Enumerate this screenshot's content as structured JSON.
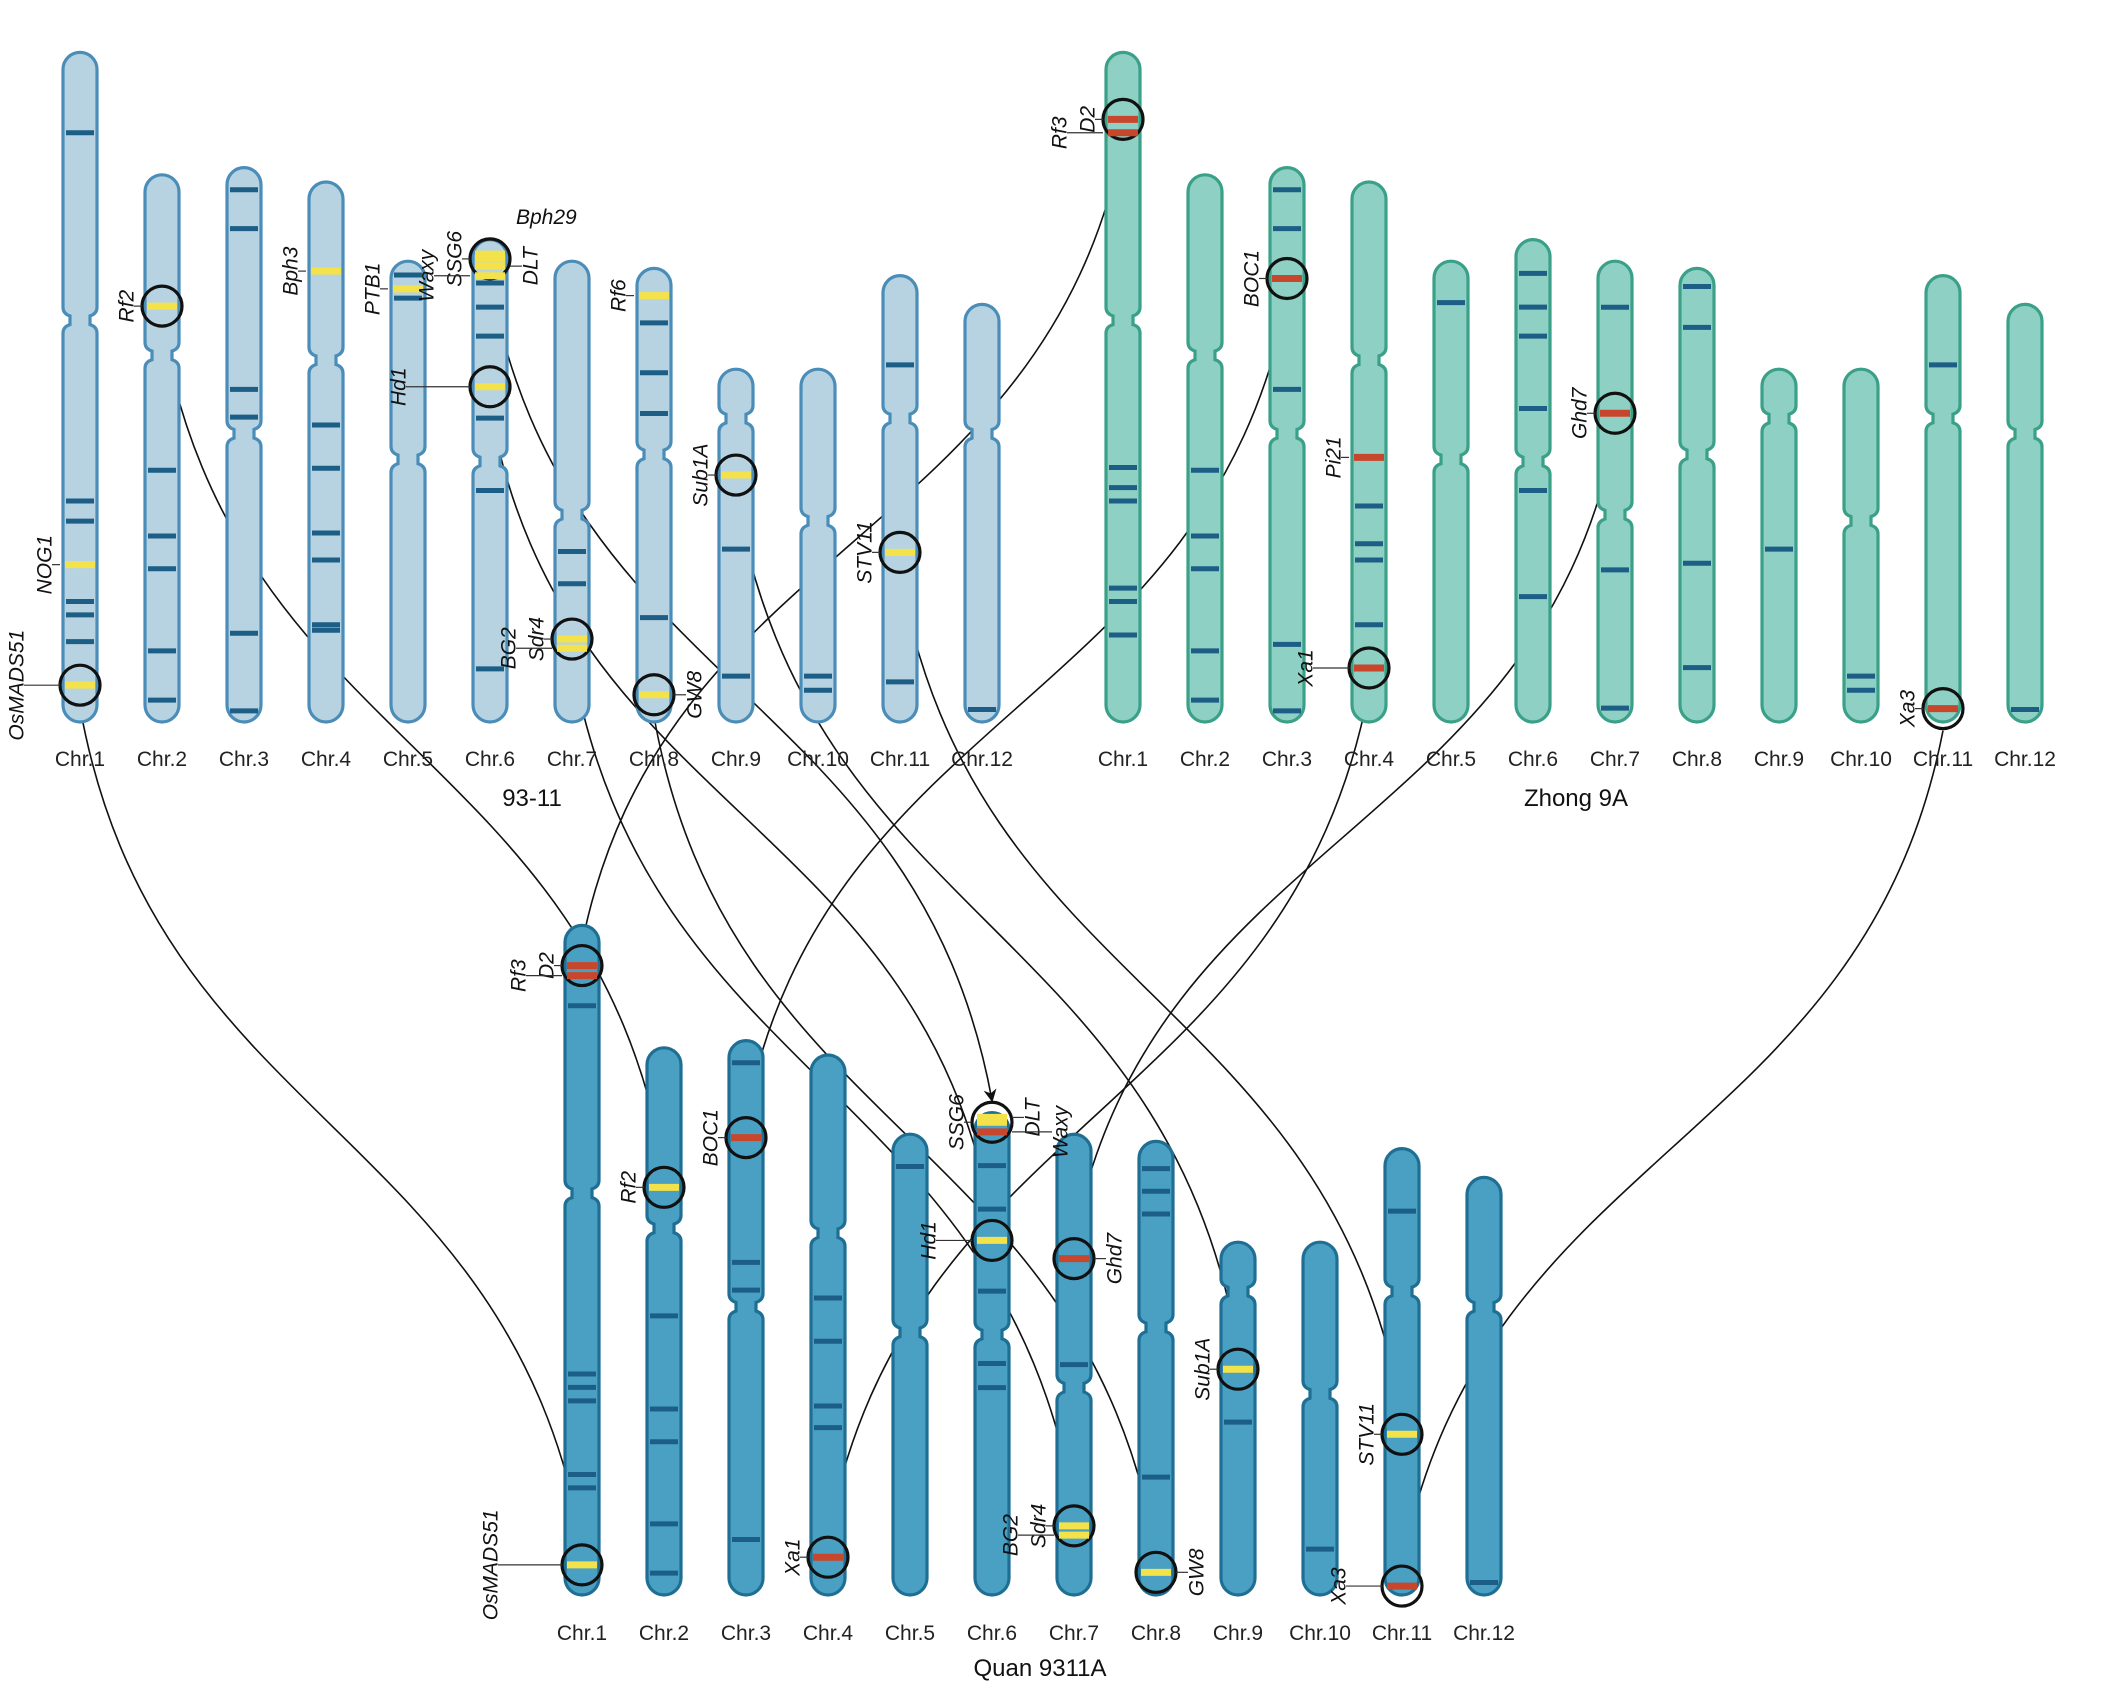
{
  "colors": {
    "genome_93_11": {
      "fill": "#b7d3e1",
      "stroke": "#4a8db8"
    },
    "genome_zhong_9a": {
      "fill": "#8ed0c3",
      "stroke": "#3aa088"
    },
    "genome_quan_9311a": {
      "fill": "#4aa0c3",
      "stroke": "#1f6f94"
    },
    "band": "#1d5e86",
    "yellow_gene": "#f3e24a",
    "red_gene": "#c8462b"
  },
  "genomes": [
    {
      "id": "g1",
      "title": "93-11",
      "chromosomes": [
        {
          "label": "Chr.1",
          "len": 0.93,
          "cen": 0.4,
          "bands": [
            0.12,
            0.67,
            0.7,
            0.82,
            0.84,
            0.88
          ]
        },
        {
          "label": "Chr.2",
          "len": 0.76,
          "cen": 0.33,
          "bands": [
            0.54,
            0.66,
            0.72,
            0.87,
            0.96
          ]
        },
        {
          "label": "Chr.3",
          "len": 0.77,
          "cen": 0.48,
          "bands": [
            0.04,
            0.11,
            0.4,
            0.45,
            0.84,
            0.98
          ]
        },
        {
          "label": "Chr.4",
          "len": 0.75,
          "cen": 0.33,
          "bands": [
            0.45,
            0.53,
            0.65,
            0.7,
            0.82,
            0.83
          ]
        },
        {
          "label": "Chr.5",
          "len": 0.64,
          "cen": 0.43,
          "bands": [
            0.03,
            0.08
          ]
        },
        {
          "label": "Chr.6",
          "len": 0.67,
          "cen": 0.46,
          "bands": [
            0.09,
            0.14,
            0.2,
            0.37,
            0.52,
            0.89
          ]
        },
        {
          "label": "Chr.7",
          "len": 0.64,
          "cen": 0.55,
          "bands": [
            0.63,
            0.7
          ]
        },
        {
          "label": "Chr.8",
          "len": 0.63,
          "cen": 0.41,
          "bands": [
            0.12,
            0.23,
            0.32,
            0.77
          ]
        },
        {
          "label": "Chr.9",
          "len": 0.49,
          "cen": 0.14,
          "bands": [
            0.51,
            0.87
          ]
        },
        {
          "label": "Chr.10",
          "len": 0.49,
          "cen": 0.43,
          "bands": [
            0.87,
            0.91
          ]
        },
        {
          "label": "Chr.11",
          "len": 0.62,
          "cen": 0.32,
          "bands": [
            0.2,
            0.91
          ]
        },
        {
          "label": "Chr.12",
          "len": 0.58,
          "cen": 0.31,
          "bands": [
            0.97
          ]
        }
      ]
    },
    {
      "id": "g2",
      "title": "Zhong 9A",
      "chromosomes": [
        {
          "label": "Chr.1",
          "len": 0.93,
          "cen": 0.4,
          "bands": [
            0.12,
            0.62,
            0.65,
            0.67,
            0.8,
            0.82,
            0.87
          ]
        },
        {
          "label": "Chr.2",
          "len": 0.76,
          "cen": 0.33,
          "bands": [
            0.54,
            0.66,
            0.72,
            0.87,
            0.96
          ]
        },
        {
          "label": "Chr.3",
          "len": 0.77,
          "cen": 0.48,
          "bands": [
            0.04,
            0.11,
            0.4,
            0.86,
            0.98
          ]
        },
        {
          "label": "Chr.4",
          "len": 0.75,
          "cen": 0.33,
          "bands": [
            0.6,
            0.67,
            0.7,
            0.82
          ]
        },
        {
          "label": "Chr.5",
          "len": 0.64,
          "cen": 0.43,
          "bands": [
            0.09
          ]
        },
        {
          "label": "Chr.6",
          "len": 0.67,
          "cen": 0.46,
          "bands": [
            0.07,
            0.14,
            0.2,
            0.35,
            0.52,
            0.74
          ]
        },
        {
          "label": "Chr.7",
          "len": 0.64,
          "cen": 0.55,
          "bands": [
            0.1,
            0.67,
            0.97
          ]
        },
        {
          "label": "Chr.8",
          "len": 0.63,
          "cen": 0.41,
          "bands": [
            0.04,
            0.13,
            0.65,
            0.88
          ]
        },
        {
          "label": "Chr.9",
          "len": 0.49,
          "cen": 0.14,
          "bands": [
            0.51
          ]
        },
        {
          "label": "Chr.10",
          "len": 0.49,
          "cen": 0.43,
          "bands": [
            0.87,
            0.91
          ]
        },
        {
          "label": "Chr.11",
          "len": 0.62,
          "cen": 0.32,
          "bands": [
            0.2
          ]
        },
        {
          "label": "Chr.12",
          "len": 0.58,
          "cen": 0.31,
          "bands": [
            0.97
          ]
        }
      ]
    },
    {
      "id": "g3",
      "title": "Quan 9311A",
      "chromosomes": [
        {
          "label": "Chr.1",
          "len": 0.93,
          "cen": 0.4,
          "bands": [
            0.12,
            0.67,
            0.69,
            0.71,
            0.82,
            0.84
          ]
        },
        {
          "label": "Chr.2",
          "len": 0.76,
          "cen": 0.33,
          "bands": [
            0.49,
            0.66,
            0.72,
            0.87,
            0.96
          ]
        },
        {
          "label": "Chr.3",
          "len": 0.77,
          "cen": 0.48,
          "bands": [
            0.04,
            0.4,
            0.45,
            0.9
          ]
        },
        {
          "label": "Chr.4",
          "len": 0.75,
          "cen": 0.33,
          "bands": [
            0.45,
            0.53,
            0.65,
            0.69
          ]
        },
        {
          "label": "Chr.5",
          "len": 0.64,
          "cen": 0.43,
          "bands": [
            0.07
          ]
        },
        {
          "label": "Chr.6",
          "len": 0.67,
          "cen": 0.46,
          "bands": [
            0.11,
            0.2,
            0.37,
            0.52,
            0.57
          ]
        },
        {
          "label": "Chr.7",
          "len": 0.64,
          "cen": 0.55,
          "bands": [
            0.5
          ]
        },
        {
          "label": "Chr.8",
          "len": 0.63,
          "cen": 0.41,
          "bands": [
            0.06,
            0.11,
            0.16,
            0.74
          ]
        },
        {
          "label": "Chr.9",
          "len": 0.49,
          "cen": 0.14,
          "bands": [
            0.51
          ]
        },
        {
          "label": "Chr.10",
          "len": 0.49,
          "cen": 0.43,
          "bands": [
            0.87
          ]
        },
        {
          "label": "Chr.11",
          "len": 0.62,
          "cen": 0.32,
          "bands": [
            0.14
          ]
        },
        {
          "label": "Chr.12",
          "len": 0.58,
          "cen": 0.31,
          "bands": [
            0.97
          ]
        }
      ]
    }
  ],
  "genes": [
    {
      "genome": "g1",
      "chr": 0,
      "name": "NOG1",
      "pos": 0.765,
      "color": "yellow",
      "circle": false,
      "side": "left"
    },
    {
      "genome": "g1",
      "chr": 0,
      "name": "OsMADS51",
      "pos": 0.945,
      "color": "yellow",
      "circle": true,
      "side": "left"
    },
    {
      "genome": "g1",
      "chr": 1,
      "name": "Rf2",
      "pos": 0.24,
      "color": "yellow",
      "circle": true,
      "side": "left"
    },
    {
      "genome": "g1",
      "chr": 3,
      "name": "Bph3",
      "pos": 0.165,
      "color": "yellow",
      "circle": false,
      "side": "left"
    },
    {
      "genome": "g1",
      "chr": 4,
      "name": "PTB1",
      "pos": 0.06,
      "color": "yellow",
      "circle": false,
      "side": "left"
    },
    {
      "genome": "g1",
      "chr": 5,
      "name": "SSG6",
      "pos": 0.04,
      "color": "yellow",
      "circle": true,
      "side": "left"
    },
    {
      "genome": "g1",
      "chr": 5,
      "name": "Bph29",
      "pos": 0.03,
      "color": "yellow",
      "circle": false,
      "side": "top"
    },
    {
      "genome": "g1",
      "chr": 5,
      "name": "DLT",
      "pos": 0.055,
      "color": "yellow",
      "circle": false,
      "side": "right"
    },
    {
      "genome": "g1",
      "chr": 5,
      "name": "Waxy",
      "pos": 0.075,
      "color": "yellow",
      "circle": false,
      "side": "left"
    },
    {
      "genome": "g1",
      "chr": 5,
      "name": "Hd1",
      "pos": 0.305,
      "color": "yellow",
      "circle": true,
      "side": "left"
    },
    {
      "genome": "g1",
      "chr": 6,
      "name": "Sdr4",
      "pos": 0.82,
      "color": "yellow",
      "circle": true,
      "side": "left"
    },
    {
      "genome": "g1",
      "chr": 6,
      "name": "BG2",
      "pos": 0.84,
      "color": "yellow",
      "circle": false,
      "side": "left"
    },
    {
      "genome": "g1",
      "chr": 7,
      "name": "Rf6",
      "pos": 0.06,
      "color": "yellow",
      "circle": false,
      "side": "left"
    },
    {
      "genome": "g1",
      "chr": 7,
      "name": "GW8",
      "pos": 0.94,
      "color": "yellow",
      "circle": true,
      "side": "right"
    },
    {
      "genome": "g1",
      "chr": 8,
      "name": "Sub1A",
      "pos": 0.3,
      "color": "yellow",
      "circle": true,
      "side": "left"
    },
    {
      "genome": "g1",
      "chr": 10,
      "name": "STV11",
      "pos": 0.62,
      "color": "yellow",
      "circle": true,
      "side": "left"
    },
    {
      "genome": "g2",
      "chr": 0,
      "name": "D2",
      "pos": 0.1,
      "color": "red",
      "circle": true,
      "side": "left"
    },
    {
      "genome": "g2",
      "chr": 0,
      "name": "Rf3",
      "pos": 0.12,
      "color": "red",
      "circle": false,
      "side": "left"
    },
    {
      "genome": "g2",
      "chr": 2,
      "name": "BOC1",
      "pos": 0.2,
      "color": "red",
      "circle": true,
      "side": "left"
    },
    {
      "genome": "g2",
      "chr": 3,
      "name": "Pi21",
      "pos": 0.51,
      "color": "red",
      "circle": false,
      "side": "left"
    },
    {
      "genome": "g2",
      "chr": 3,
      "name": "Xa1",
      "pos": 0.9,
      "color": "red",
      "circle": true,
      "side": "left"
    },
    {
      "genome": "g2",
      "chr": 6,
      "name": "Ghd7",
      "pos": 0.33,
      "color": "red",
      "circle": true,
      "side": "left"
    },
    {
      "genome": "g2",
      "chr": 10,
      "name": "Xa3",
      "pos": 0.97,
      "color": "red",
      "circle": true,
      "side": "left"
    },
    {
      "genome": "g3",
      "chr": 0,
      "name": "D2",
      "pos": 0.06,
      "color": "red",
      "circle": true,
      "side": "left"
    },
    {
      "genome": "g3",
      "chr": 0,
      "name": "Rf3",
      "pos": 0.075,
      "color": "red",
      "circle": false,
      "side": "left"
    },
    {
      "genome": "g3",
      "chr": 0,
      "name": "OsMADS51",
      "pos": 0.955,
      "color": "yellow",
      "circle": true,
      "side": "left"
    },
    {
      "genome": "g3",
      "chr": 1,
      "name": "Rf2",
      "pos": 0.255,
      "color": "yellow",
      "circle": true,
      "side": "left"
    },
    {
      "genome": "g3",
      "chr": 2,
      "name": "BOC1",
      "pos": 0.175,
      "color": "red",
      "circle": true,
      "side": "left"
    },
    {
      "genome": "g3",
      "chr": 3,
      "name": "Xa1",
      "pos": 0.93,
      "color": "red",
      "circle": true,
      "side": "left"
    },
    {
      "genome": "g3",
      "chr": 5,
      "name": "SSG6",
      "pos": 0.02,
      "color": "yellow",
      "circle": true,
      "side": "left"
    },
    {
      "genome": "g3",
      "chr": 5,
      "name": "DLT",
      "pos": 0.01,
      "color": "yellow",
      "circle": false,
      "side": "right"
    },
    {
      "genome": "g3",
      "chr": 5,
      "name": "Waxy",
      "pos": 0.04,
      "color": "red",
      "circle": false,
      "side": "right"
    },
    {
      "genome": "g3",
      "chr": 5,
      "name": "Hd1",
      "pos": 0.265,
      "color": "yellow",
      "circle": true,
      "side": "left"
    },
    {
      "genome": "g3",
      "chr": 6,
      "name": "Ghd7",
      "pos": 0.27,
      "color": "red",
      "circle": true,
      "side": "right"
    },
    {
      "genome": "g3",
      "chr": 6,
      "name": "Sdr4",
      "pos": 0.85,
      "color": "yellow",
      "circle": true,
      "side": "left"
    },
    {
      "genome": "g3",
      "chr": 6,
      "name": "BG2",
      "pos": 0.87,
      "color": "yellow",
      "circle": false,
      "side": "left"
    },
    {
      "genome": "g3",
      "chr": 7,
      "name": "GW8",
      "pos": 0.95,
      "color": "yellow",
      "circle": true,
      "side": "right"
    },
    {
      "genome": "g3",
      "chr": 8,
      "name": "Sub1A",
      "pos": 0.36,
      "color": "yellow",
      "circle": true,
      "side": "left"
    },
    {
      "genome": "g3",
      "chr": 10,
      "name": "STV11",
      "pos": 0.64,
      "color": "yellow",
      "circle": true,
      "side": "left"
    },
    {
      "genome": "g3",
      "chr": 10,
      "name": "Xa3",
      "pos": 0.98,
      "color": "red",
      "circle": true,
      "side": "left"
    }
  ],
  "links": [
    {
      "from": [
        "g1",
        "OsMADS51"
      ],
      "to": [
        "g3",
        "OsMADS51"
      ]
    },
    {
      "from": [
        "g1",
        "Rf2"
      ],
      "to": [
        "g3",
        "Rf2"
      ]
    },
    {
      "from": [
        "g1",
        "SSG6"
      ],
      "to": [
        "g3",
        "SSG6"
      ]
    },
    {
      "from": [
        "g1",
        "Hd1"
      ],
      "to": [
        "g3",
        "Hd1"
      ]
    },
    {
      "from": [
        "g1",
        "Sdr4"
      ],
      "to": [
        "g3",
        "Sdr4"
      ]
    },
    {
      "from": [
        "g1",
        "GW8"
      ],
      "to": [
        "g3",
        "GW8"
      ]
    },
    {
      "from": [
        "g1",
        "Sub1A"
      ],
      "to": [
        "g3",
        "Sub1A"
      ]
    },
    {
      "from": [
        "g1",
        "STV11"
      ],
      "to": [
        "g3",
        "STV11"
      ]
    },
    {
      "from": [
        "g2",
        "D2"
      ],
      "to": [
        "g3",
        "D2"
      ]
    },
    {
      "from": [
        "g2",
        "BOC1"
      ],
      "to": [
        "g3",
        "BOC1"
      ]
    },
    {
      "from": [
        "g2",
        "Xa1"
      ],
      "to": [
        "g3",
        "Xa1"
      ]
    },
    {
      "from": [
        "g2",
        "Ghd7"
      ],
      "to": [
        "g3",
        "Ghd7"
      ]
    },
    {
      "from": [
        "g2",
        "Xa3"
      ],
      "to": [
        "g3",
        "Xa3"
      ]
    }
  ]
}
